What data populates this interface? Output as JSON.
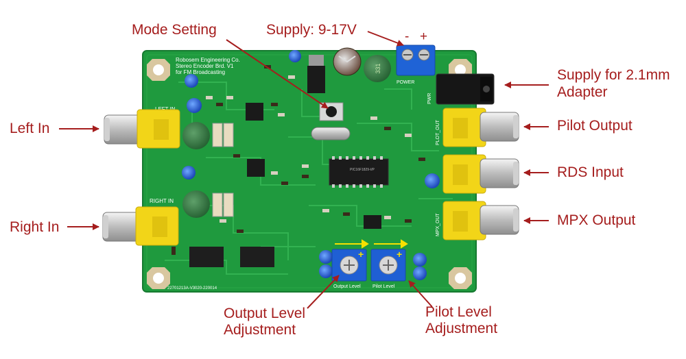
{
  "annotations": {
    "mode_setting": "Mode Setting",
    "supply": "Supply: 9-17V",
    "minus": "-",
    "plus": "+",
    "supply_adapter_line1": "Supply for 2.1mm",
    "supply_adapter_line2": "Adapter",
    "left_in": "Left In",
    "right_in": "Right In",
    "pilot_output": "Pilot Output",
    "rds_input": "RDS Input",
    "mpx_output": "MPX Output",
    "output_level_line1": "Output Level",
    "output_level_line2": "Adjustment",
    "pilot_level_line1": "Pilot Level",
    "pilot_level_line2": "Adjustment"
  },
  "board": {
    "company_line1": "Robosem Engineering Co.",
    "company_line2": "Stereo Encoder Brd. V1",
    "company_line3": "for FM Broadcasting",
    "left_in_silk": "LEFT IN",
    "right_in_silk": "RIGHT IN",
    "plot_out_silk": "PLOT_OUT",
    "mpx_out_silk": "MPX_OUT",
    "power_silk": "POWER",
    "pwr_silk": "PWR",
    "output_level_silk": "Output Level",
    "pilot_level_silk": "Pilot Level",
    "serial_silk": "22701213A-V3020-220014",
    "ic_marking": "PIC16F1829-I/P",
    "inductor_marking": "331",
    "colors": {
      "pcb": "#1f9a3e",
      "annotation": "#a51d1d",
      "rca_yellow": "#f2d518",
      "trimmer_blue": "#1f5fd4"
    }
  }
}
